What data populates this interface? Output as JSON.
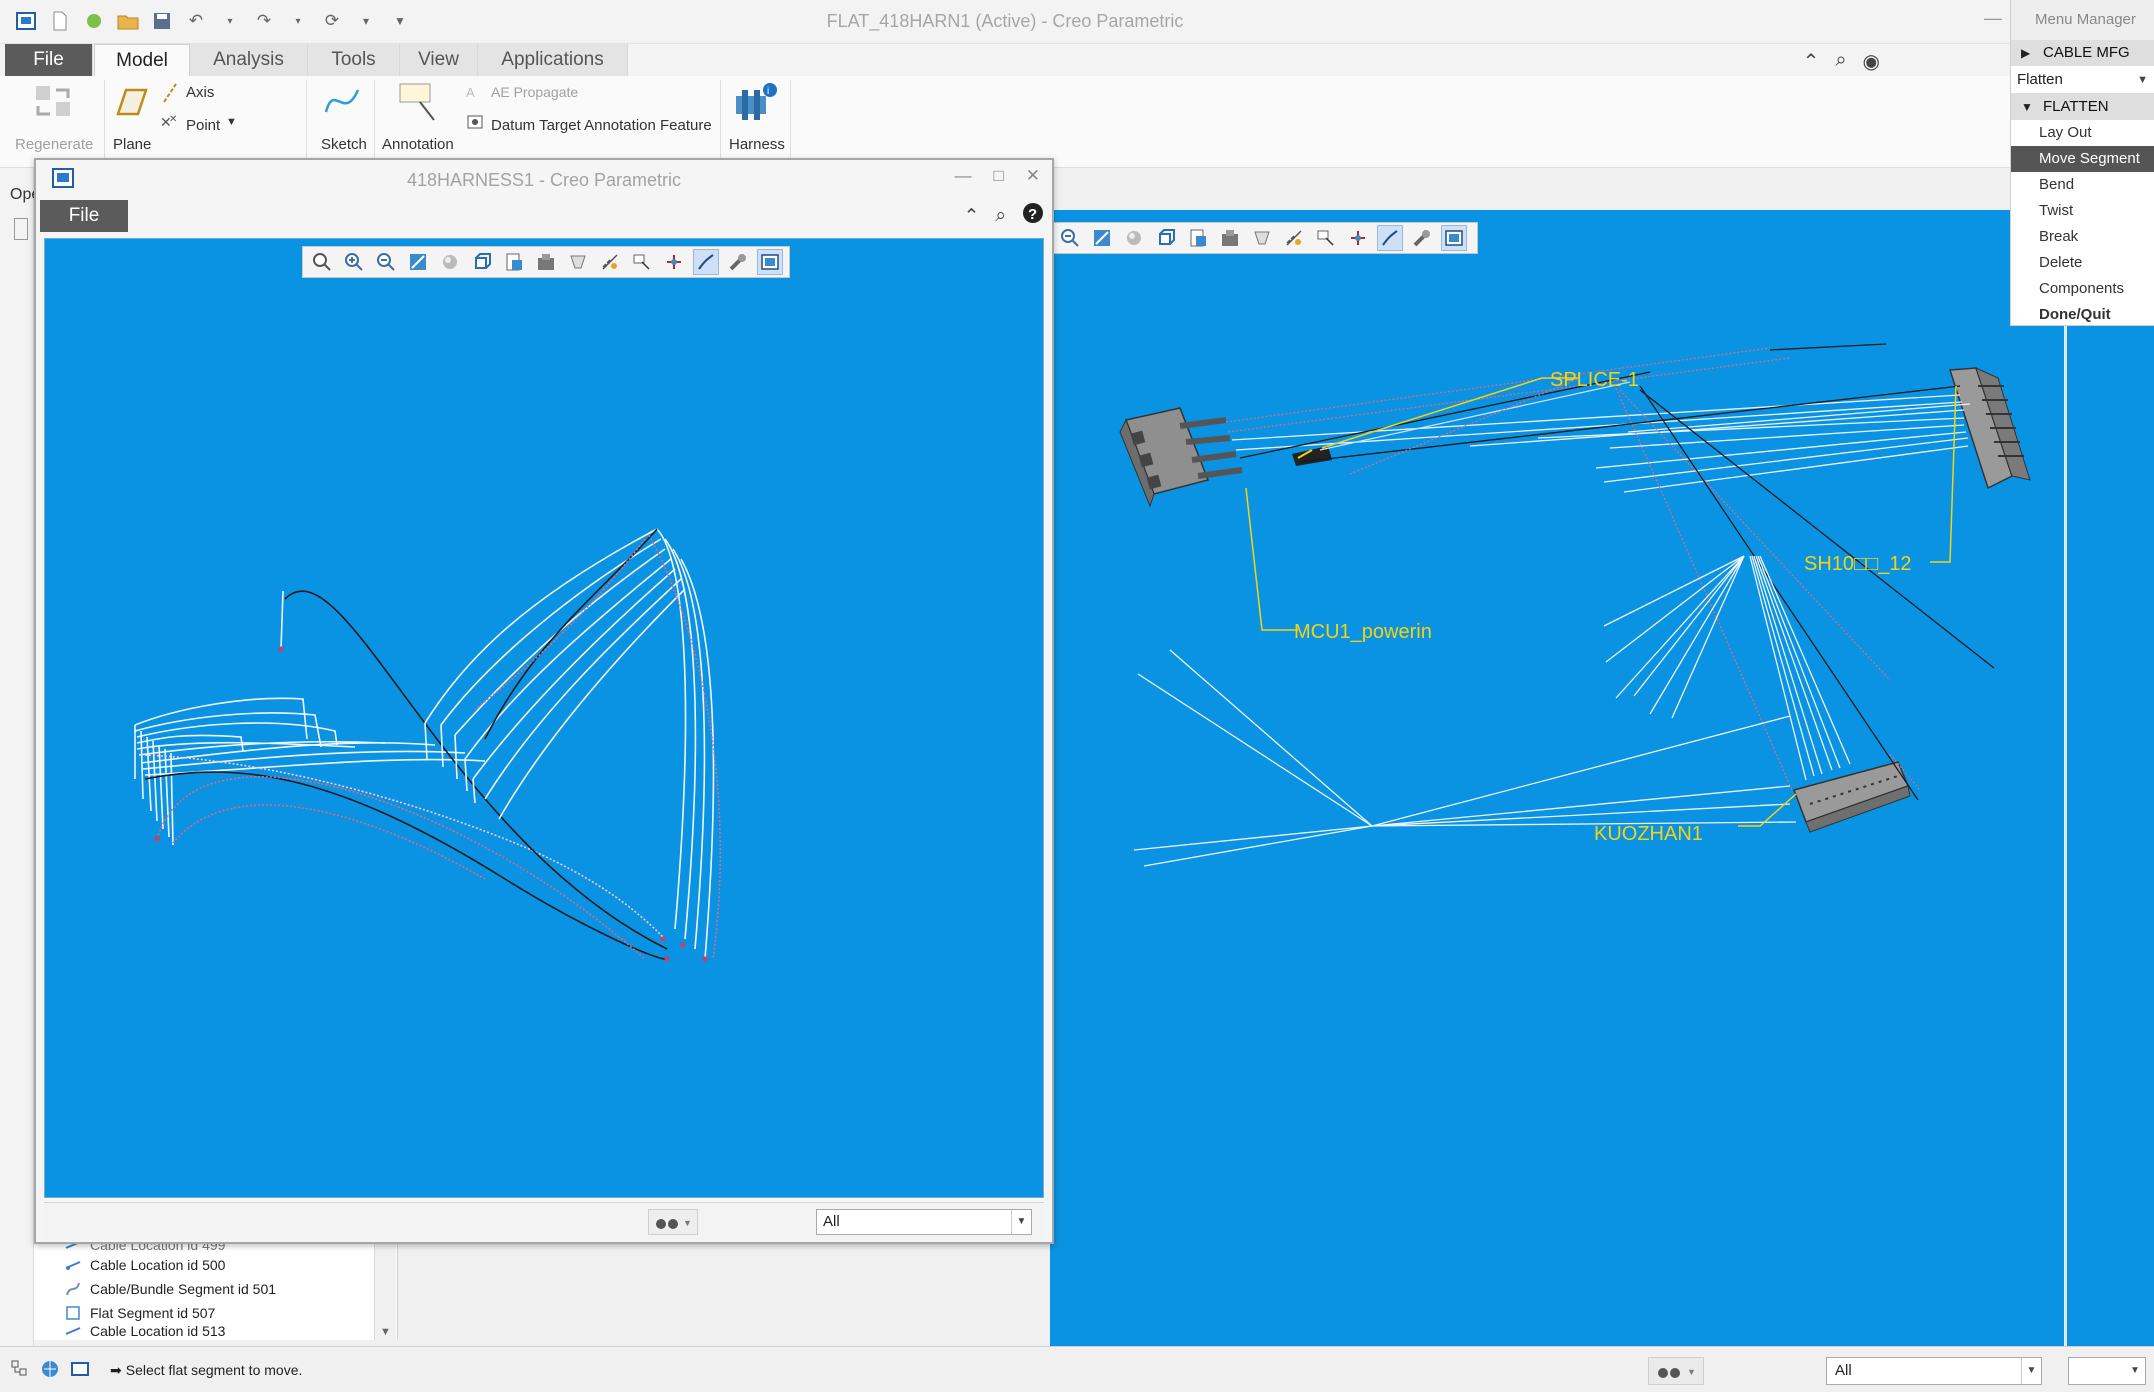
{
  "app": {
    "window_title": "FLAT_418HARN1 (Active) - Creo Parametric",
    "file_tab": "File",
    "tabs": [
      "Model",
      "Analysis",
      "Tools",
      "View",
      "Applications"
    ]
  },
  "ribbon": {
    "regenerate": "Regenerate",
    "plane": "Plane",
    "axis": "Axis",
    "point": "Point",
    "sketch": "Sketch",
    "annotation": "Annotation",
    "ae_propagate": "AE Propagate",
    "datum_target": "Datum Target Annotation Feature",
    "harness": "Harness"
  },
  "menu_manager": {
    "title": "Menu Manager",
    "section1": "CABLE MFG",
    "select_value": "Flatten",
    "section2": "FLATTEN",
    "items": [
      "Lay Out",
      "Move Segment",
      "Bend",
      "Twist",
      "Break",
      "Delete",
      "Components",
      "Done/Quit"
    ],
    "selected_item": "Move Segment"
  },
  "floating_window": {
    "title": "418HARNESS1 - Creo Parametric",
    "file_tab": "File",
    "filter_value": "All"
  },
  "left_panel": {
    "tab_label": "Ope",
    "tree_items": [
      "Cable Location id 499",
      "Cable Location id 500",
      "Cable/Bundle Segment id 501",
      "Flat Segment id 507",
      "Cable Location id 513"
    ]
  },
  "main_view": {
    "labels": {
      "splice": "SPLICE-1",
      "mcu": "MCU1_powerin",
      "sh10": "SH10□□_12",
      "kuozhan": "KUOZHAN1"
    }
  },
  "status": {
    "message": "Select flat segment to move.",
    "filter_value": "All"
  },
  "colors": {
    "graphics_bg": "#0a93e2",
    "label_yellow": "#f5d312",
    "selected_menu": "#555555"
  }
}
